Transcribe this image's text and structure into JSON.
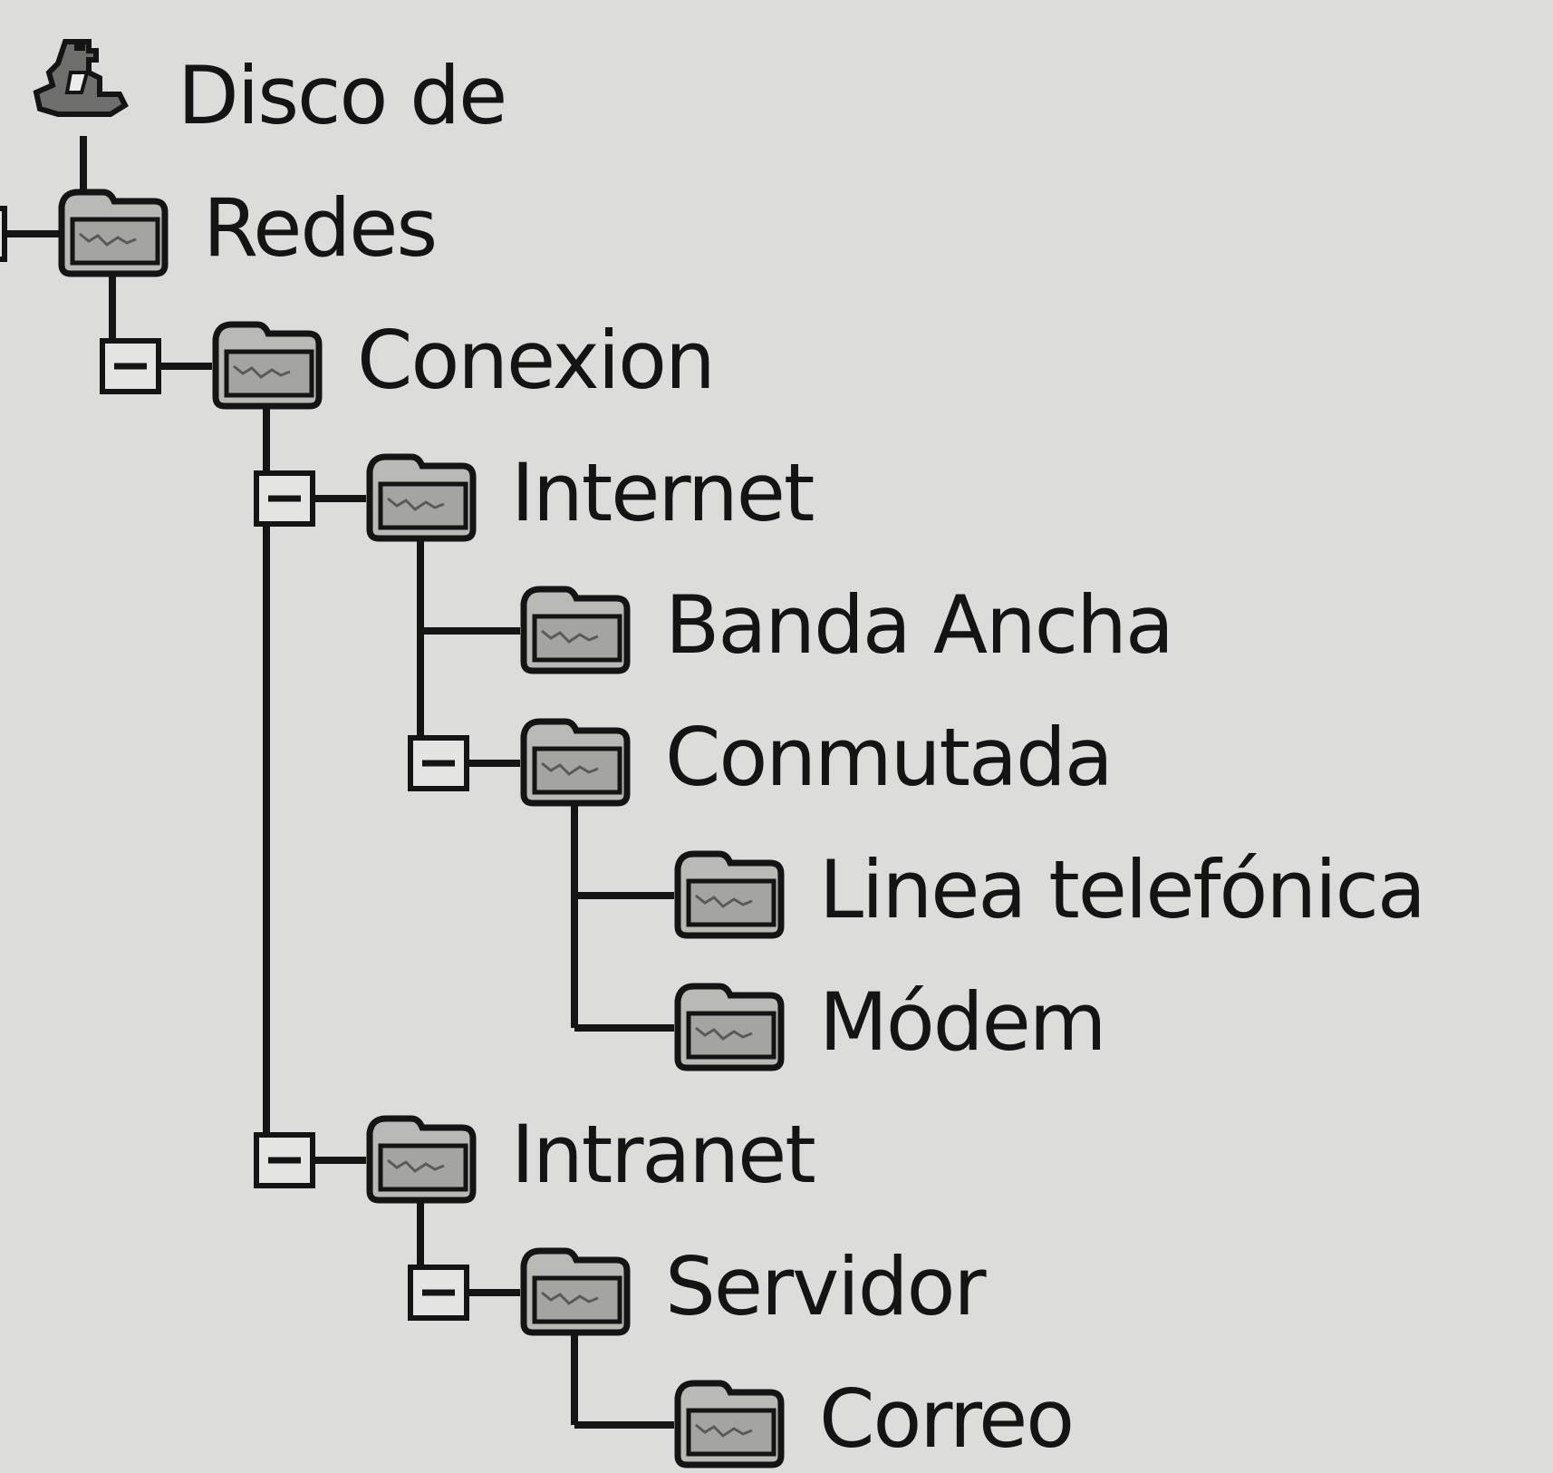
{
  "tree": {
    "nodes": [
      {
        "id": "root",
        "label": "Disco de",
        "depth": 0,
        "row": 0,
        "icon": "disk-drive-icon",
        "parent": null,
        "expandable": false
      },
      {
        "id": "redes",
        "label": "Redes",
        "depth": 1,
        "row": 1,
        "icon": "folder-icon",
        "parent": "root",
        "expandable": true,
        "expanded": true
      },
      {
        "id": "conexion",
        "label": "Conexion",
        "depth": 2,
        "row": 2,
        "icon": "folder-icon",
        "parent": "redes",
        "expandable": true,
        "expanded": true
      },
      {
        "id": "internet",
        "label": "Internet",
        "depth": 3,
        "row": 3,
        "icon": "folder-icon",
        "parent": "conexion",
        "expandable": true,
        "expanded": true
      },
      {
        "id": "banda-ancha",
        "label": "Banda Ancha",
        "depth": 4,
        "row": 4,
        "icon": "folder-icon",
        "parent": "internet",
        "expandable": false
      },
      {
        "id": "conmutada",
        "label": "Conmutada",
        "depth": 4,
        "row": 5,
        "icon": "folder-icon",
        "parent": "internet",
        "expandable": true,
        "expanded": true
      },
      {
        "id": "linea-telefonica",
        "label": "Linea telefónica",
        "depth": 5,
        "row": 6,
        "icon": "folder-icon",
        "parent": "conmutada",
        "expandable": false
      },
      {
        "id": "modem",
        "label": "Módem",
        "depth": 5,
        "row": 7,
        "icon": "folder-icon",
        "parent": "conmutada",
        "expandable": false
      },
      {
        "id": "intranet",
        "label": "Intranet",
        "depth": 3,
        "row": 8,
        "icon": "folder-icon",
        "parent": "conexion",
        "expandable": true,
        "expanded": true
      },
      {
        "id": "servidor",
        "label": "Servidor",
        "depth": 4,
        "row": 9,
        "icon": "folder-icon",
        "parent": "intranet",
        "expandable": true,
        "expanded": true
      },
      {
        "id": "correo",
        "label": "Correo",
        "depth": 5,
        "row": 10,
        "icon": "folder-icon",
        "parent": "servidor",
        "expandable": false
      }
    ]
  },
  "colors": {
    "background": "#dcdcda",
    "ink": "#141414",
    "folder_fill": "#b9b9b6"
  }
}
